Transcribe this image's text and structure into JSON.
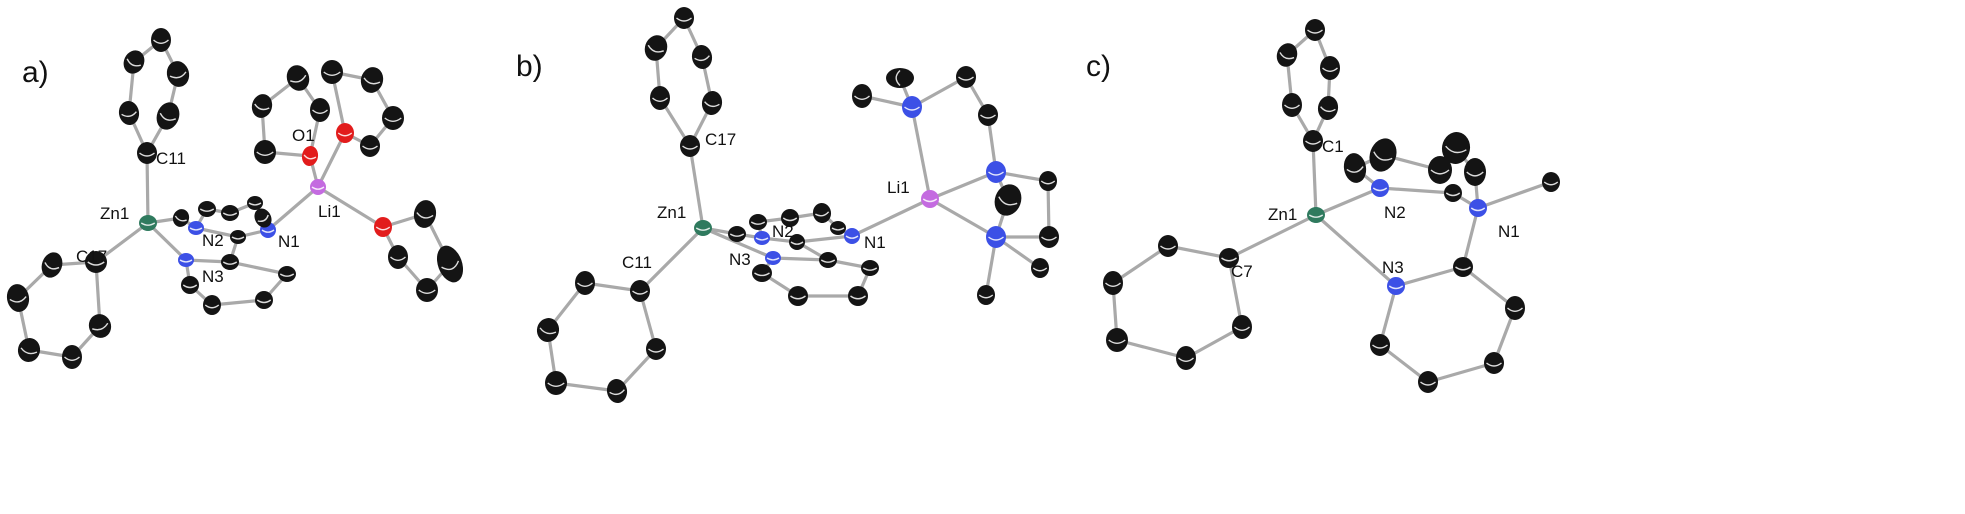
{
  "panels": [
    {
      "label": "a)",
      "atom_labels": {
        "zn": "Zn1",
        "c_top": "C11",
        "c_left": "C17",
        "n2": "N2",
        "n3": "N3",
        "n1": "N1",
        "o1": "O1",
        "li": "Li1"
      }
    },
    {
      "label": "b)",
      "atom_labels": {
        "zn": "Zn1",
        "c_top": "C17",
        "c_left": "C11",
        "n2": "N2",
        "n3": "N3",
        "n1": "N1",
        "li": "Li1"
      }
    },
    {
      "label": "c)",
      "atom_labels": {
        "zn": "Zn1",
        "c_top": "C1",
        "c_left": "C7",
        "n2": "N2",
        "n3": "N3",
        "n1": "N1"
      }
    }
  ],
  "colors": {
    "carbon": "#141414",
    "nitrogen": "#3c50e6",
    "oxygen": "#e21c1c",
    "lithium": "#c46be0",
    "zinc": "#2f7a5e",
    "bond": "#a9a9a9"
  }
}
